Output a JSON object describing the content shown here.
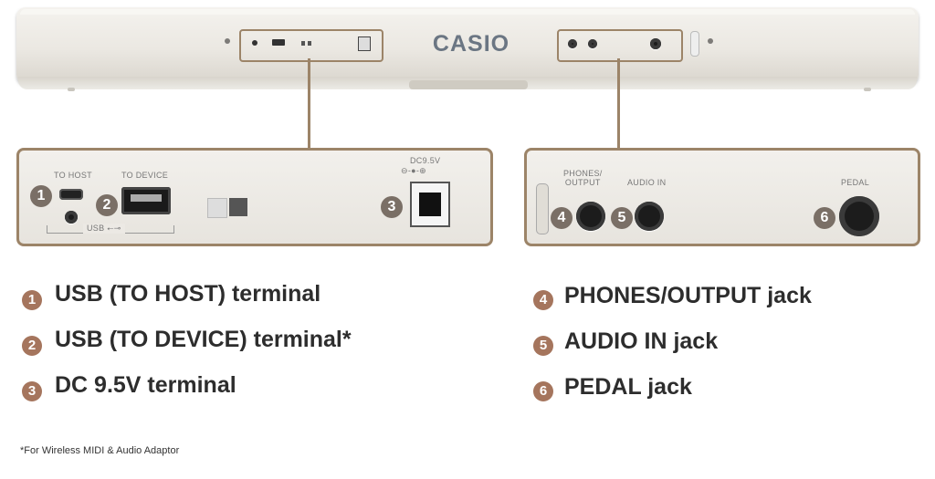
{
  "brand": "CASIO",
  "left_panel": {
    "to_host": "TO HOST",
    "to_device": "TO DEVICE",
    "usb": "USB",
    "usb_symbol": "⭠⊸",
    "dc": "DC9.5V",
    "dc_symbol": "⊖-●-⊕"
  },
  "right_panel": {
    "phones_output": "PHONES/\nOUTPUT",
    "audio_in": "AUDIO IN",
    "pedal": "PEDAL"
  },
  "markers": [
    "1",
    "2",
    "3",
    "4",
    "5",
    "6"
  ],
  "legend": [
    {
      "num": "1",
      "text": "USB (TO HOST) terminal"
    },
    {
      "num": "2",
      "text": "USB (TO DEVICE) terminal*"
    },
    {
      "num": "3",
      "text": "DC 9.5V terminal"
    },
    {
      "num": "4",
      "text": "PHONES/OUTPUT jack"
    },
    {
      "num": "5",
      "text": "AUDIO IN jack"
    },
    {
      "num": "6",
      "text": "PEDAL jack"
    }
  ],
  "footnote": "*For Wireless MIDI & Audio Adaptor",
  "colors": {
    "accent_frame": "#9c8468",
    "marker": "#7a6f66",
    "legend_marker": "#a5755d"
  }
}
